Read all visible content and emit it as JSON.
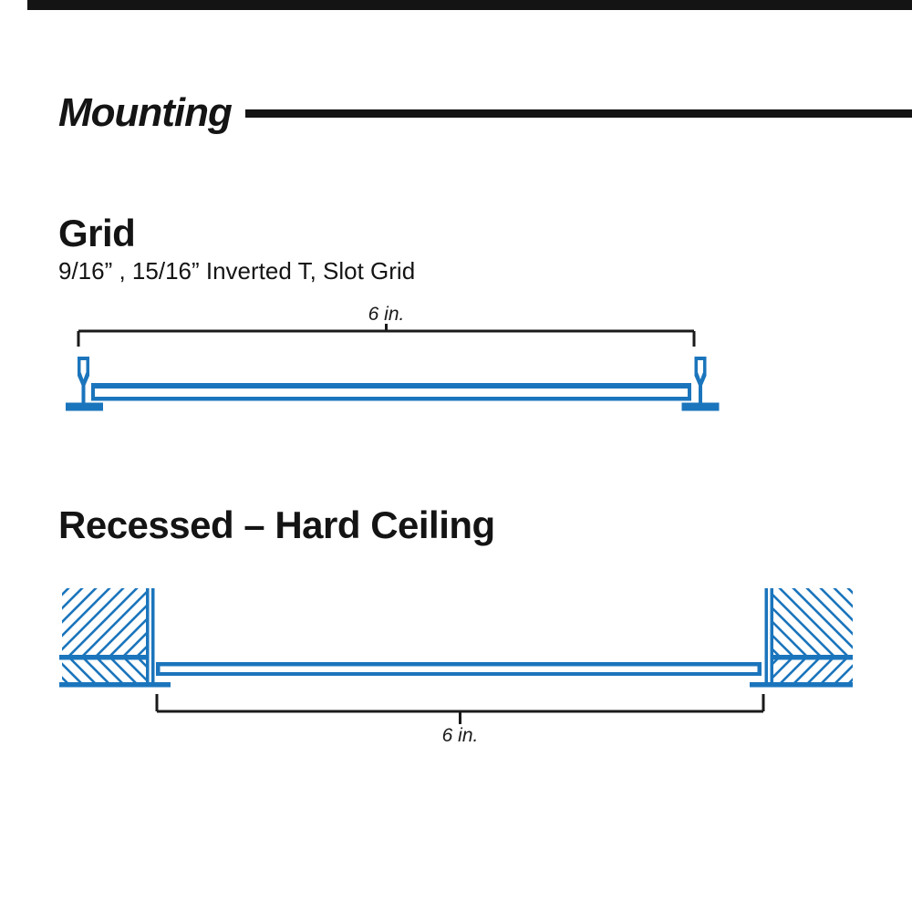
{
  "header": {
    "title": "Mounting"
  },
  "sections": {
    "grid": {
      "heading": "Grid",
      "subheading": "9/16” , 15/16” Inverted T, Slot Grid",
      "dimension_label": "6 in."
    },
    "recessed": {
      "heading": "Recessed – Hard Ceiling",
      "dimension_label": "6 in."
    }
  },
  "colors": {
    "accent_blue": "#1B75BC",
    "ink": "#141414"
  }
}
